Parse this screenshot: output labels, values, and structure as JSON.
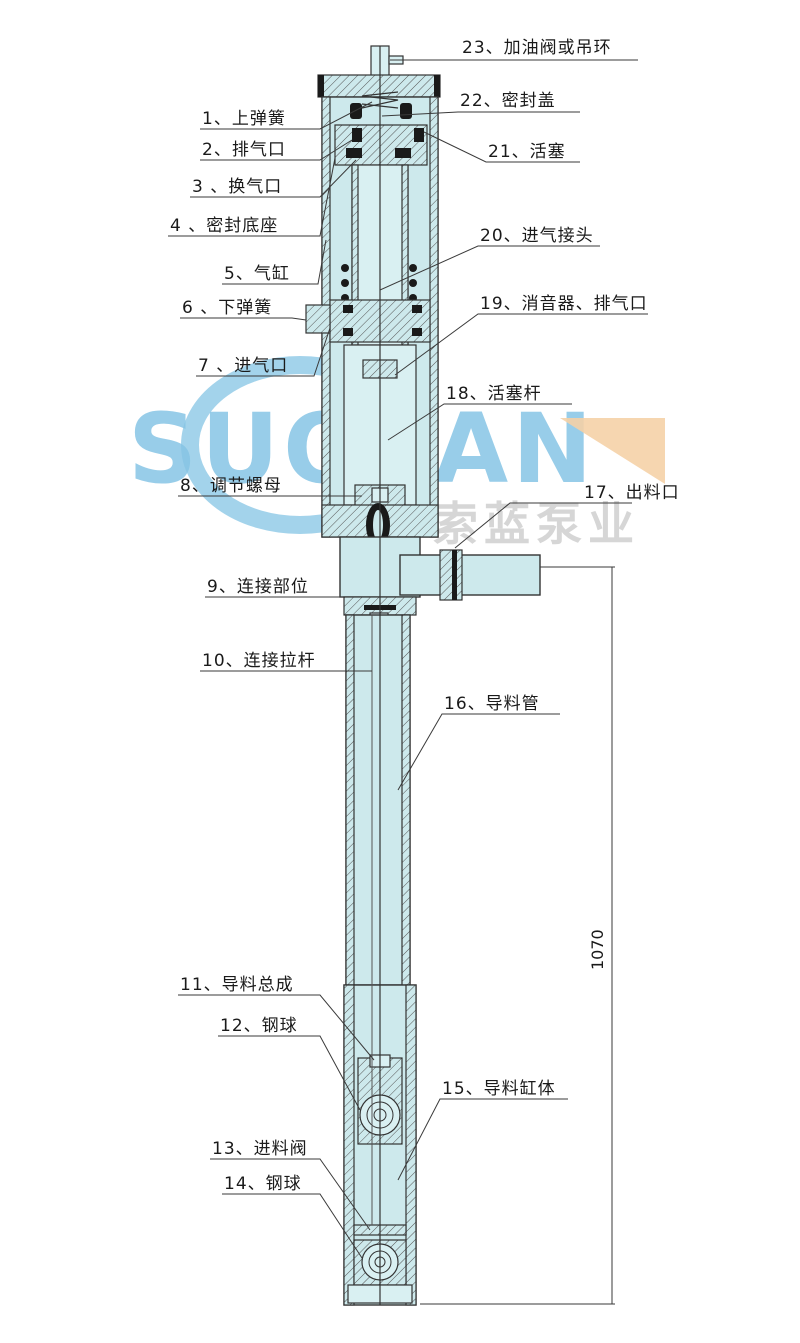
{
  "labels": {
    "l1": "1、上弹簧",
    "l2": "2、排气口",
    "l3": "3 、换气口",
    "l4": "4 、密封底座",
    "l5": "5、气缸",
    "l6": "6 、下弹簧",
    "l7": "7 、进气口",
    "l8": "8、调节螺母",
    "l9": "9、连接部位",
    "l10": "10、连接拉杆",
    "l11": "11、导料总成",
    "l12": "12、钢球",
    "l13": "13、进料阀",
    "l14": "14、钢球",
    "l15": "15、导料缸体",
    "l16": "16、导料管",
    "l17": "17、出料口",
    "l18": "18、活塞杆",
    "l19": "19、消音器、排气口",
    "l20": "20、进气接头",
    "l21": "21、活塞",
    "l22": "22、密封盖",
    "l23": "23、加油阀或吊环"
  },
  "dimension": "1070",
  "watermark": {
    "brand_text": "SUOLAN",
    "brand_cn": "索蓝泵业",
    "color_blue": "#7fc1e3",
    "color_orange": "#f5cfa3"
  },
  "colors": {
    "body": "#cde9ec",
    "outline": "#333333"
  }
}
